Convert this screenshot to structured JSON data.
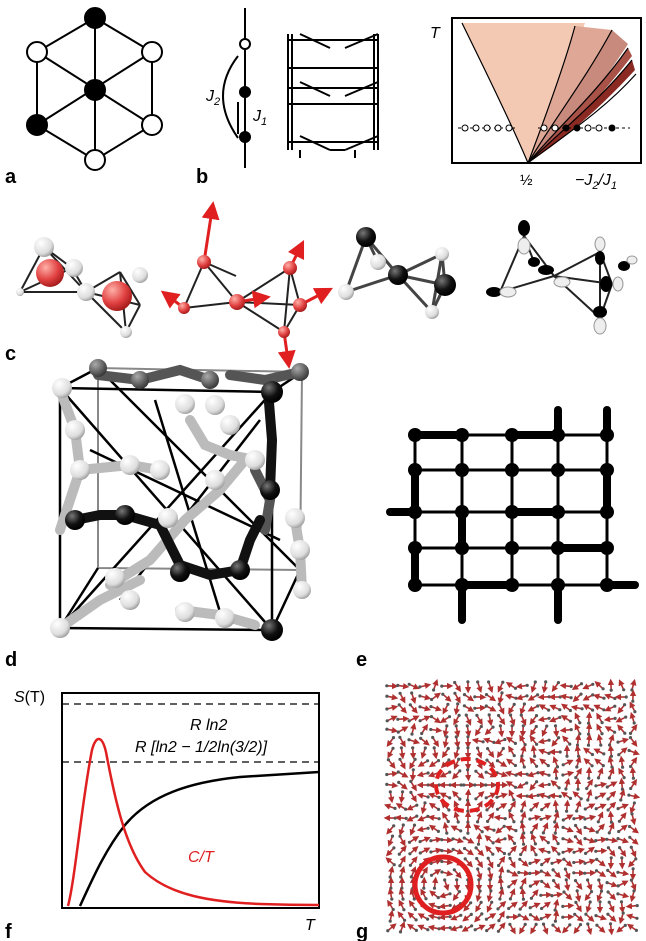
{
  "panel_labels": {
    "a": "a",
    "b": "b",
    "c": "c",
    "d": "d",
    "e": "e",
    "f": "f",
    "g": "g"
  },
  "panel_b": {
    "J2": "J",
    "J2_sub": "2",
    "J1": "J",
    "J1_sub": "1"
  },
  "panel_b_phase": {
    "yaxis": "T",
    "xtick_half": "½",
    "xaxis_prefix": "−J",
    "xaxis_sub2": "2",
    "xaxis_mid": "/J",
    "xaxis_sub1": "1"
  },
  "panel_f": {
    "ylabel_S": "S",
    "ylabel_T": "(T)",
    "level_high": "R ln2",
    "level_low": "R [ln2 − 1/2ln(3/2)]",
    "curve_CT": "C/T",
    "xlabel": "T"
  },
  "colors": {
    "black": "#000000",
    "red": "#e02020",
    "ball_red": "#e04040",
    "phase_light": "#f3c9b3",
    "phase_mid": "#c88a7c",
    "phase_dark": "#8b2a22"
  }
}
